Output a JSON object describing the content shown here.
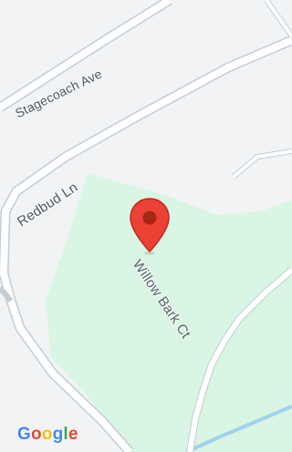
{
  "map": {
    "roads": {
      "stagecoach_ave": "Stagecoach Ave",
      "redbud_ln": "Redbud Ln",
      "willow_bark_ct": "Willow Bark Ct"
    },
    "logo": {
      "text": "Google",
      "letters": [
        "G",
        "o",
        "o",
        "g",
        "l",
        "e"
      ]
    },
    "marker": {
      "icon": "map-pin-icon",
      "color": "#ea4335",
      "dot_color": "#a52714"
    },
    "colors": {
      "land": "#f1f3f4",
      "park": "#d9f5e3",
      "road_fill": "#ffffff",
      "road_casing": "#c3cdd6",
      "water": "#9fd2ee"
    }
  }
}
